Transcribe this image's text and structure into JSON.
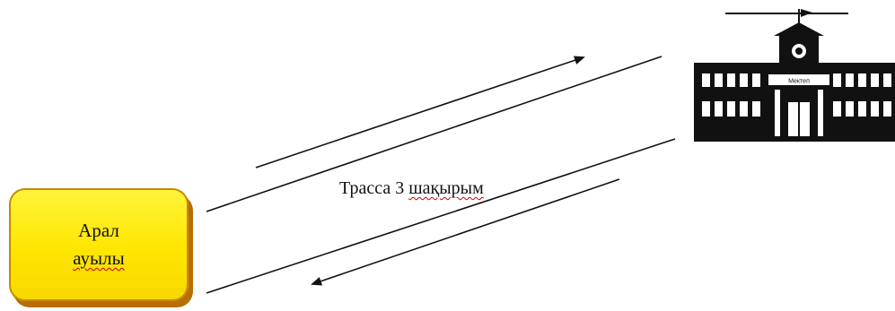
{
  "village": {
    "line1": "Арал",
    "line2": "ауылы"
  },
  "road": {
    "prefix": "Трасса 3",
    "word": "шақырым"
  },
  "school": {
    "sign": "Мектеп",
    "icon": "school-building-icon"
  },
  "colors": {
    "box_fill": "#ffe600",
    "box_shadow": "#b86e00",
    "lines": "#111111"
  }
}
